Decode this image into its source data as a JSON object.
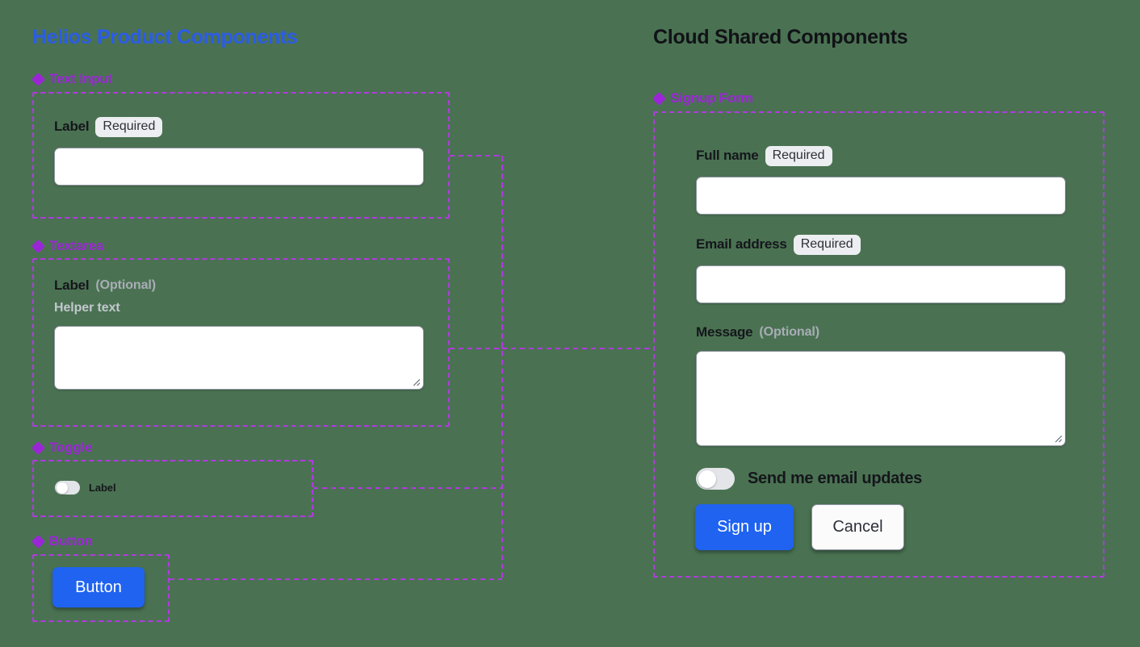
{
  "background_color": "#4a7252",
  "accent_blue": "#2b5ce6",
  "accent_purple": "#9b26d6",
  "dash_color": "#b13ae0",
  "columns": {
    "left": {
      "title": "Helios Product Components",
      "sections": [
        {
          "name": "text-input",
          "label": "Text Input",
          "icon": "diamond-icon",
          "field": {
            "label": "Label",
            "badge": "Required",
            "value": "",
            "placeholder": ""
          }
        },
        {
          "name": "textarea",
          "label": "Textarea",
          "icon": "diamond-icon",
          "field": {
            "label": "Label",
            "optional": "(Optional)",
            "helper": "Helper text",
            "value": "",
            "placeholder": ""
          }
        },
        {
          "name": "toggle",
          "label": "Toggle",
          "icon": "diamond-icon",
          "field": {
            "label": "Label",
            "state": "off"
          }
        },
        {
          "name": "button",
          "label": "Button",
          "icon": "diamond-icon",
          "field": {
            "label": "Button"
          }
        }
      ]
    },
    "right": {
      "title": "Cloud Shared Components",
      "sections": [
        {
          "name": "signup-form",
          "label": "Signup Form",
          "icon": "diamond-icon"
        }
      ],
      "form": {
        "full_name": {
          "label": "Full name",
          "badge": "Required",
          "value": "",
          "placeholder": ""
        },
        "email": {
          "label": "Email address",
          "badge": "Required",
          "value": "",
          "placeholder": ""
        },
        "message": {
          "label": "Message",
          "optional": "(Optional)",
          "value": "",
          "placeholder": ""
        },
        "updates_toggle": {
          "label": "Send me email updates",
          "state": "off"
        },
        "submit_button": "Sign up",
        "cancel_button": "Cancel"
      }
    }
  }
}
